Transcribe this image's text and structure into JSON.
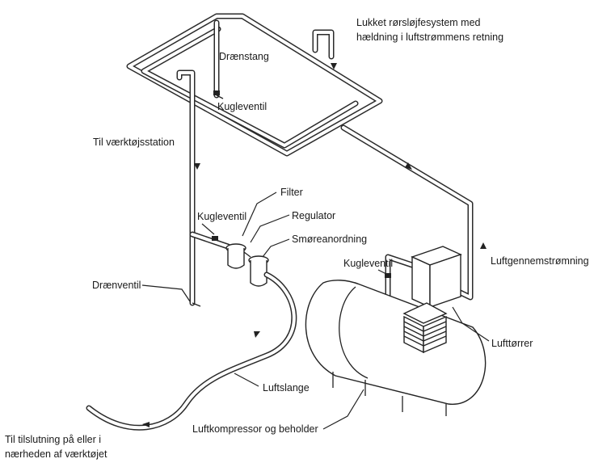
{
  "labels": {
    "closed_loop_line1": "Lukket rørsløjfesystem med",
    "closed_loop_line2": "hældning i luftstrømmens retning",
    "drain_leg": "Drænstang",
    "ball_valve_top": "Kugleventil",
    "to_tool_station": "Til værktøjsstation",
    "filter": "Filter",
    "ball_valve_mid": "Kugleventil",
    "regulator": "Regulator",
    "lubricator": "Smøreanordning",
    "ball_valve_tank": "Kugleventil",
    "air_flow": "Luftgennemstrømning",
    "drain_valve": "Drænventil",
    "air_dryer": "Lufttørrer",
    "air_hose": "Luftslange",
    "compressor_tank": "Luftkompressor og beholder",
    "tool_connection_line1": "Til tilslutning på eller i",
    "tool_connection_line2": "nærheden af værktøjet"
  },
  "colors": {
    "line": "#222222",
    "background": "#ffffff"
  }
}
